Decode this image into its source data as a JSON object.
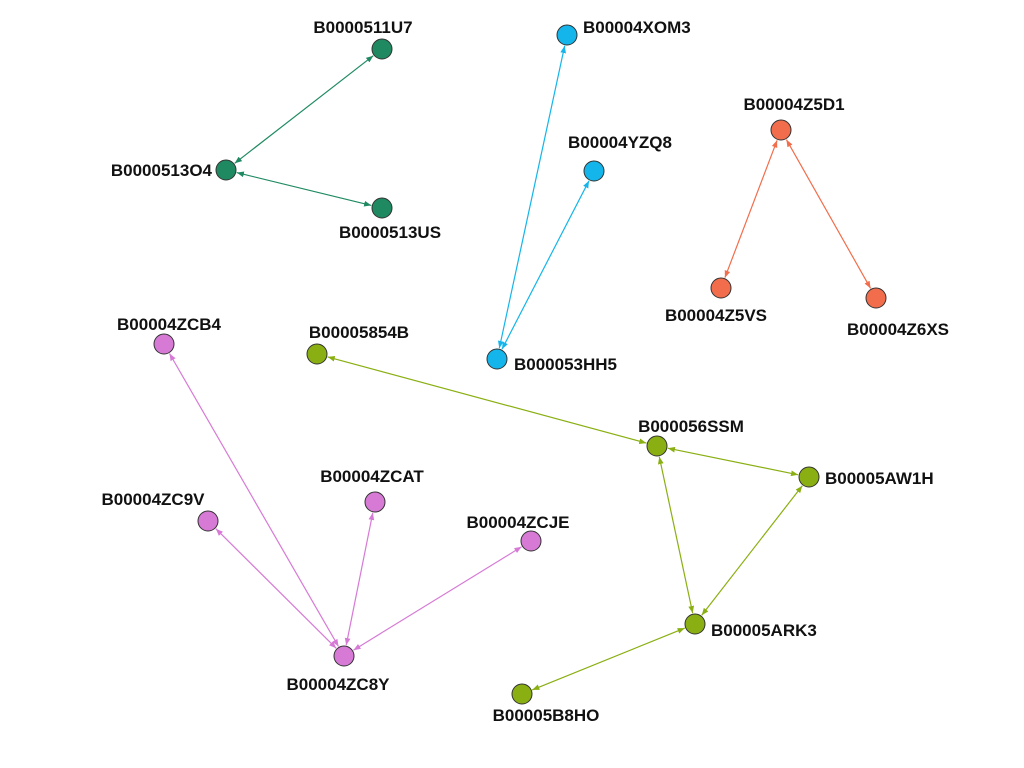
{
  "graph": {
    "title": "",
    "groups": [
      {
        "id": "teal",
        "color": "#1f8a62"
      },
      {
        "id": "cyan",
        "color": "#14b5ea"
      },
      {
        "id": "orange",
        "color": "#f26d4b"
      },
      {
        "id": "pink",
        "color": "#d77ad6"
      },
      {
        "id": "olive",
        "color": "#8aaf12"
      }
    ],
    "nodes": [
      {
        "id": "B0000511U7",
        "group": "teal"
      },
      {
        "id": "B0000513O4",
        "group": "teal"
      },
      {
        "id": "B0000513US",
        "group": "teal"
      },
      {
        "id": "B00004XOM3",
        "group": "cyan"
      },
      {
        "id": "B00004YZQ8",
        "group": "cyan"
      },
      {
        "id": "B000053HH5",
        "group": "cyan"
      },
      {
        "id": "B00004Z5D1",
        "group": "orange"
      },
      {
        "id": "B00004Z5VS",
        "group": "orange"
      },
      {
        "id": "B00004Z6XS",
        "group": "orange"
      },
      {
        "id": "B00004ZCB4",
        "group": "pink"
      },
      {
        "id": "B00004ZCAT",
        "group": "pink"
      },
      {
        "id": "B00004ZC9V",
        "group": "pink"
      },
      {
        "id": "B00004ZCJE",
        "group": "pink"
      },
      {
        "id": "B00004ZC8Y",
        "group": "pink"
      },
      {
        "id": "B00005854B",
        "group": "olive"
      },
      {
        "id": "B000056SSM",
        "group": "olive"
      },
      {
        "id": "B00005AW1H",
        "group": "olive"
      },
      {
        "id": "B00005ARK3",
        "group": "olive"
      },
      {
        "id": "B00005B8HO",
        "group": "olive"
      }
    ],
    "edges": [
      {
        "source": "B0000513O4",
        "target": "B0000511U7",
        "direction": "both"
      },
      {
        "source": "B0000513O4",
        "target": "B0000513US",
        "direction": "both"
      },
      {
        "source": "B000053HH5",
        "target": "B00004XOM3",
        "direction": "both"
      },
      {
        "source": "B000053HH5",
        "target": "B00004YZQ8",
        "direction": "both"
      },
      {
        "source": "B00004Z5D1",
        "target": "B00004Z5VS",
        "direction": "both"
      },
      {
        "source": "B00004Z5D1",
        "target": "B00004Z6XS",
        "direction": "both"
      },
      {
        "source": "B00004ZC8Y",
        "target": "B00004ZCB4",
        "direction": "both"
      },
      {
        "source": "B00004ZC8Y",
        "target": "B00004ZC9V",
        "direction": "both"
      },
      {
        "source": "B00004ZC8Y",
        "target": "B00004ZCAT",
        "direction": "both"
      },
      {
        "source": "B00004ZC8Y",
        "target": "B00004ZCJE",
        "direction": "both"
      },
      {
        "source": "B000056SSM",
        "target": "B00005854B",
        "direction": "both"
      },
      {
        "source": "B000056SSM",
        "target": "B00005AW1H",
        "direction": "both"
      },
      {
        "source": "B000056SSM",
        "target": "B00005ARK3",
        "direction": "both"
      },
      {
        "source": "B00005AW1H",
        "target": "B00005ARK3",
        "direction": "both"
      },
      {
        "source": "B00005ARK3",
        "target": "B00005B8HO",
        "direction": "both"
      }
    ]
  }
}
